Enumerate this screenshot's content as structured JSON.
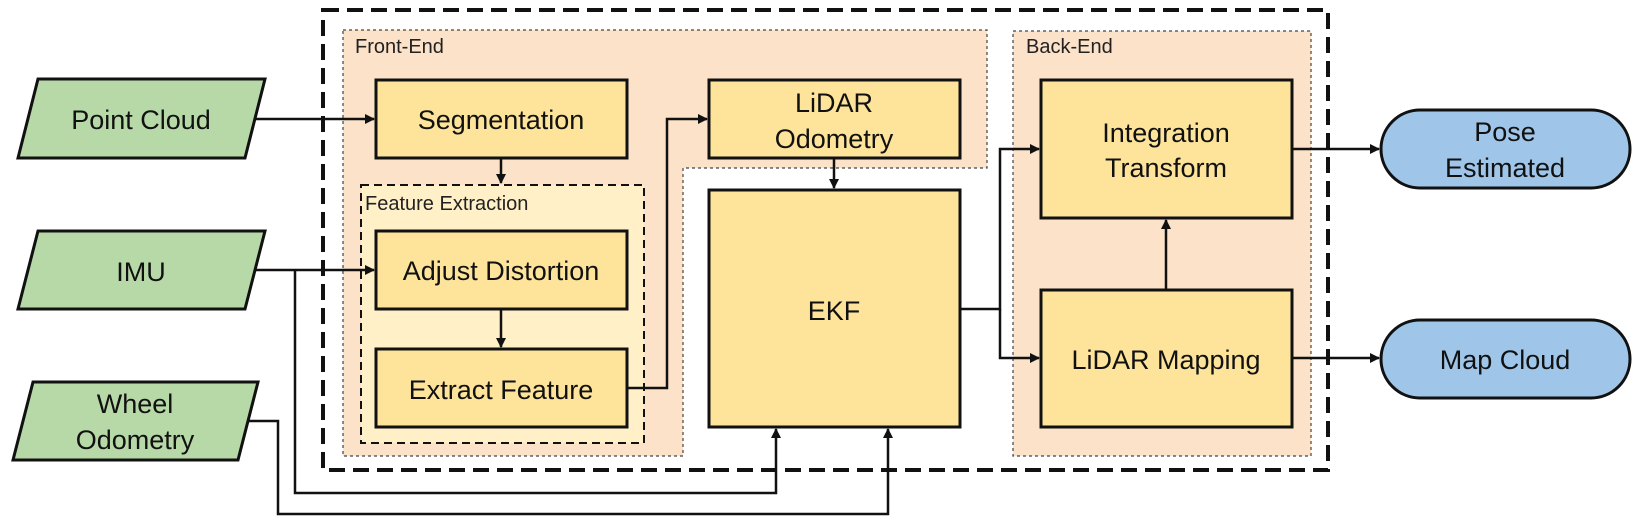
{
  "colors": {
    "input_fill": "#b7d9a8",
    "process_fill": "#fde49a",
    "output_fill": "#9fc5e8",
    "region_fill": "#fbe2c9",
    "feature_fill": "#fff0c8",
    "stroke": "#111111"
  },
  "regions": {
    "front_end": "Front-End",
    "back_end": "Back-End",
    "feature_extraction": "Feature Extraction"
  },
  "inputs": {
    "point_cloud": "Point Cloud",
    "imu": "IMU",
    "wheel_odometry_line1": "Wheel",
    "wheel_odometry_line2": "Odometry"
  },
  "processes": {
    "segmentation": "Segmentation",
    "adjust_distortion": "Adjust Distortion",
    "extract_feature": "Extract Feature",
    "lidar_odometry_line1": "LiDAR",
    "lidar_odometry_line2": "Odometry",
    "ekf": "EKF",
    "integration_transform_line1": "Integration",
    "integration_transform_line2": "Transform",
    "lidar_mapping": "LiDAR Mapping"
  },
  "outputs": {
    "pose_estimated_line1": "Pose",
    "pose_estimated_line2": "Estimated",
    "map_cloud": "Map Cloud"
  }
}
